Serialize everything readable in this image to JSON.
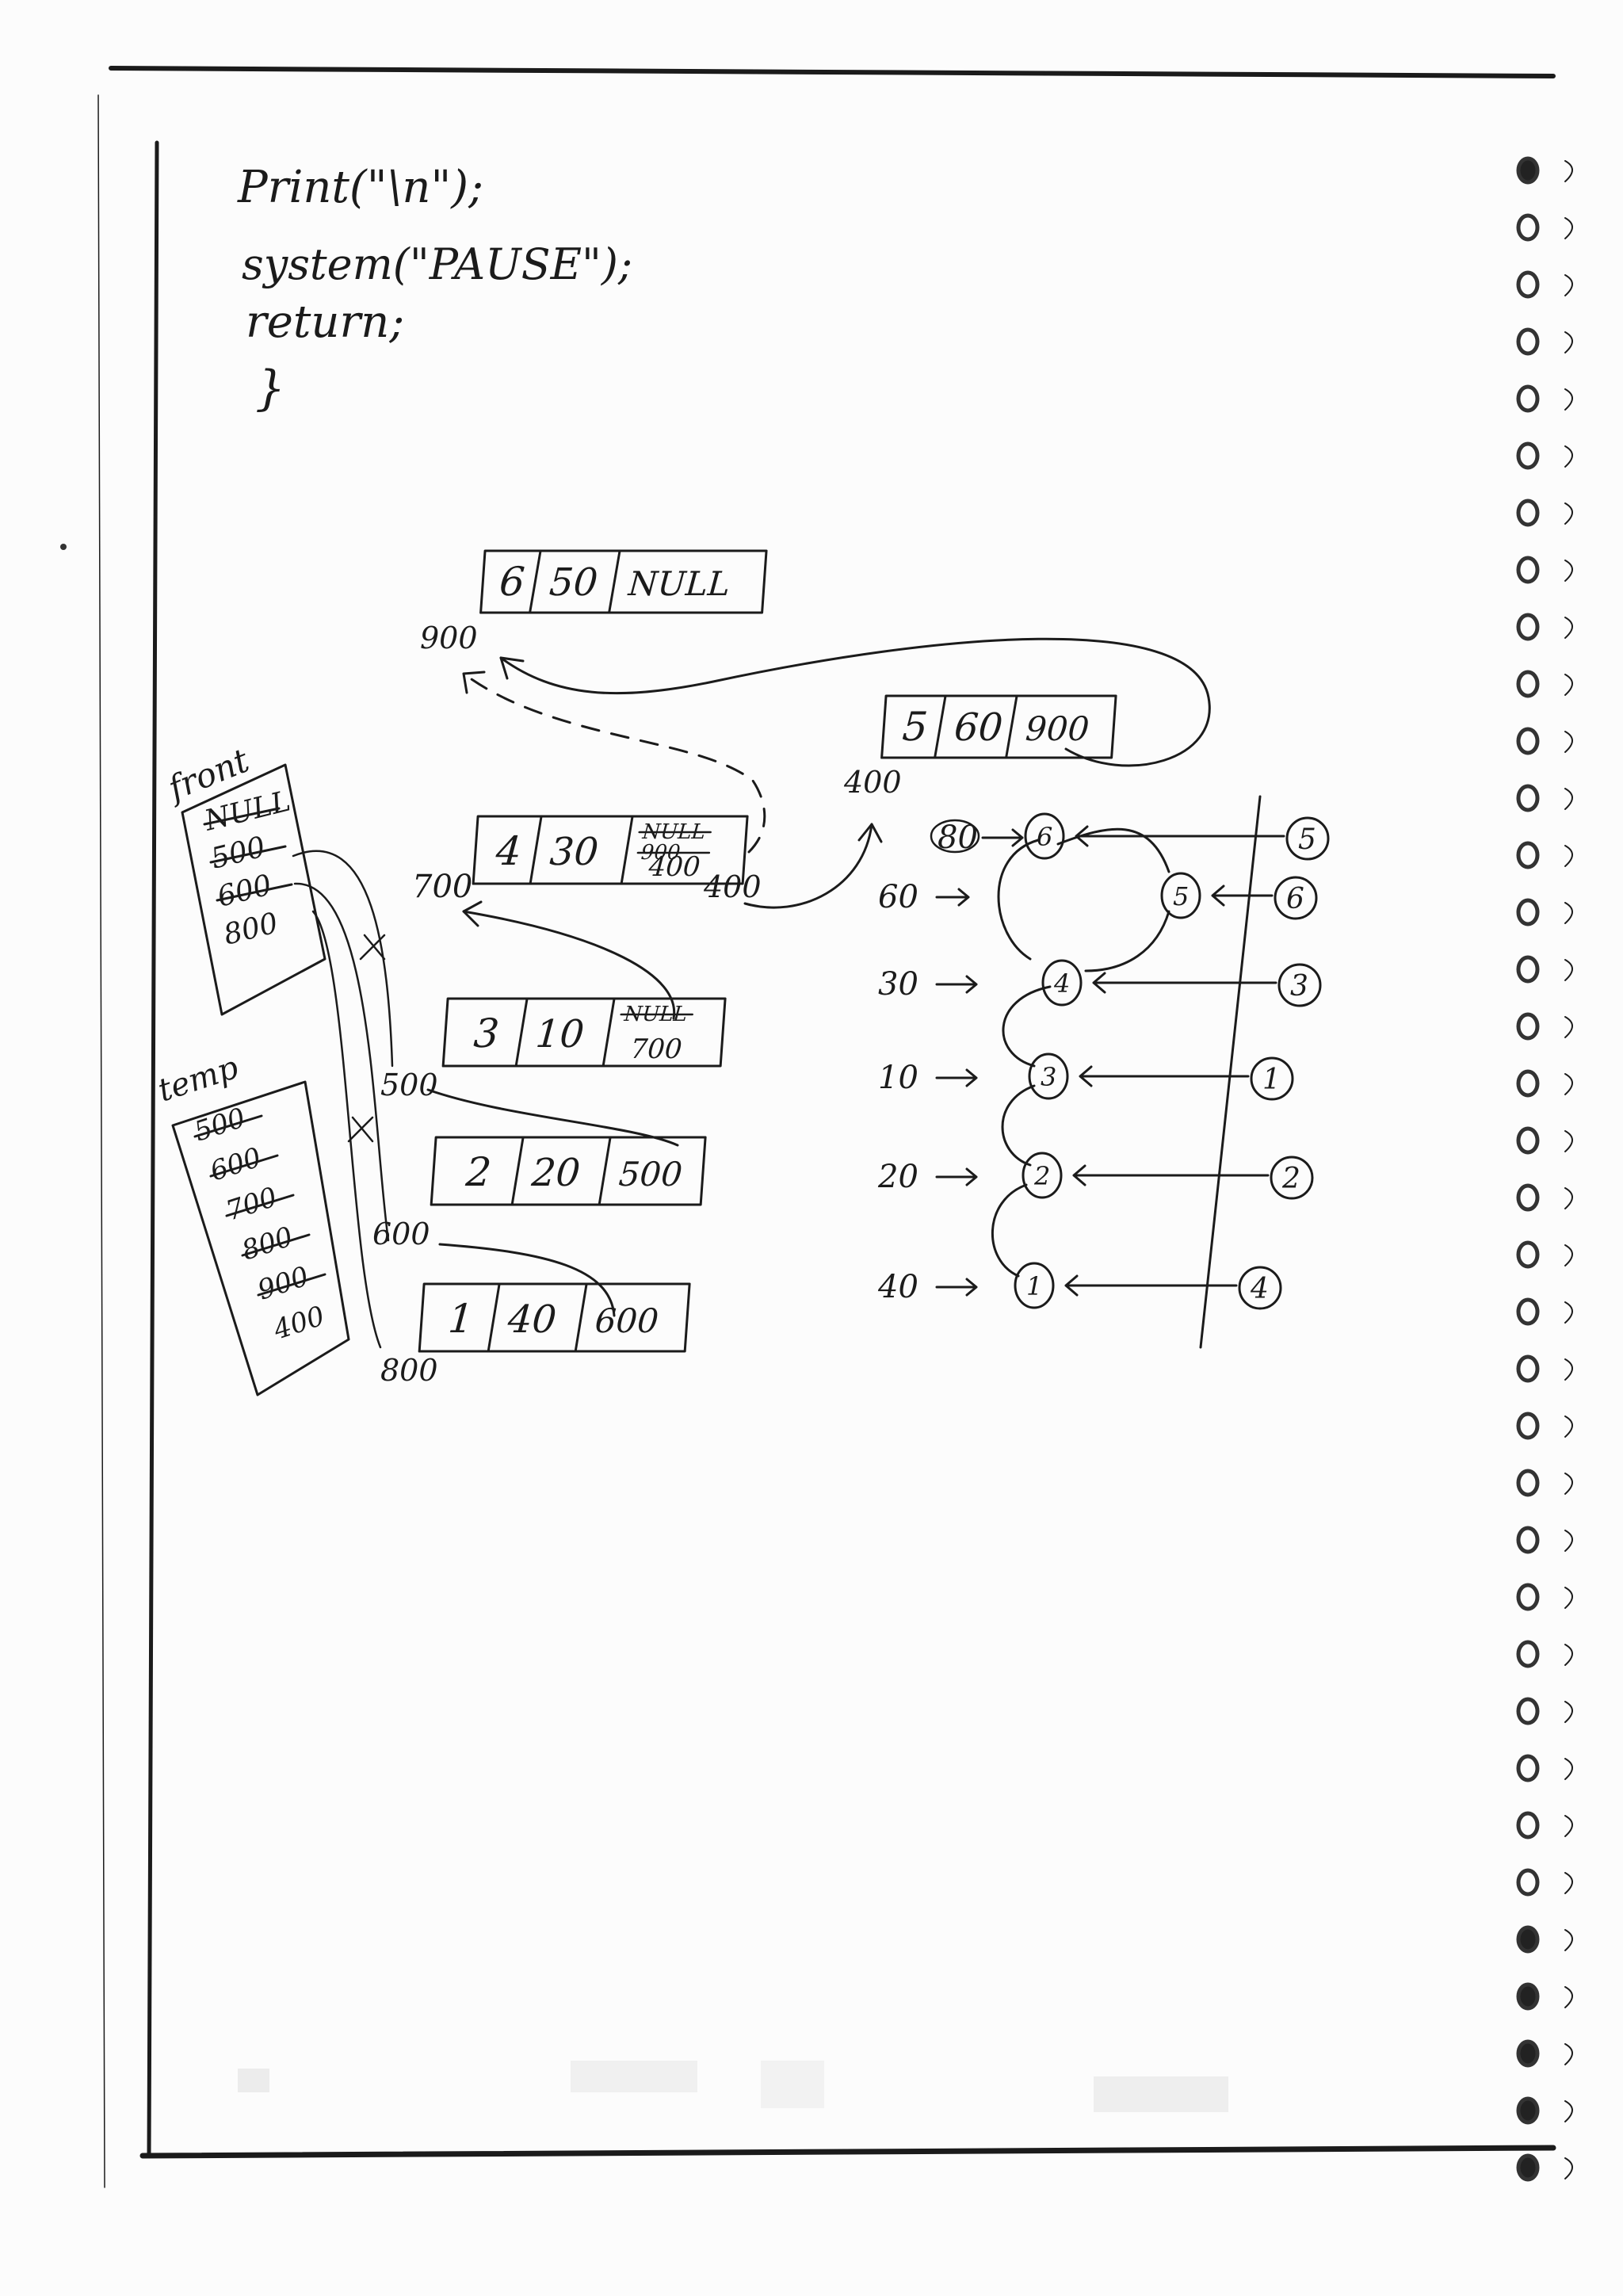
{
  "code": {
    "line1": "Print(\"\\n\");",
    "line2": "system(\"PAUSE\");",
    "line3": "return;",
    "line4": "}"
  },
  "front_list": {
    "label": "front",
    "values": [
      {
        "text": "NULL",
        "struck": true
      },
      {
        "text": "500",
        "struck": true
      },
      {
        "text": "600",
        "struck": true
      },
      {
        "text": "800",
        "struck": false
      }
    ]
  },
  "temp_list": {
    "label": "temp",
    "values": [
      {
        "text": "500",
        "struck": true
      },
      {
        "text": "600",
        "struck": true
      },
      {
        "text": "700",
        "struck": true
      },
      {
        "text": "800",
        "struck": true
      },
      {
        "text": "900",
        "struck": true
      },
      {
        "text": "400",
        "struck": false
      }
    ]
  },
  "nodes": [
    {
      "id": "n6",
      "cells": [
        "6",
        "50",
        "NULL"
      ],
      "address": ""
    },
    {
      "id": "n5",
      "cells": [
        "5",
        "60",
        "900"
      ],
      "address": "400"
    },
    {
      "id": "n4",
      "cells": [
        "4",
        "30",
        "400"
      ],
      "struck_next": [
        "NULL",
        "900"
      ],
      "address": "700"
    },
    {
      "id": "n3",
      "cells": [
        "3",
        "10",
        "700"
      ],
      "struck_next": [
        "NULL"
      ],
      "address": ""
    },
    {
      "id": "n2",
      "cells": [
        "2",
        "20",
        "500"
      ],
      "address": ""
    },
    {
      "id": "n1",
      "cells": [
        "1",
        "40",
        "600"
      ],
      "address": ""
    }
  ],
  "address_labels": {
    "a900": "900",
    "a400_right": "400",
    "a400_left": "400",
    "a700": "700",
    "a500": "500",
    "a600": "600",
    "a800": "800"
  },
  "stack": {
    "left_values": [
      "80",
      "60",
      "30",
      "10",
      "20",
      "40"
    ],
    "nodes": [
      "6",
      "5",
      "4",
      "3",
      "2",
      "1"
    ],
    "right_values": [
      "5",
      "6",
      "3",
      "1",
      "2",
      "4"
    ]
  }
}
